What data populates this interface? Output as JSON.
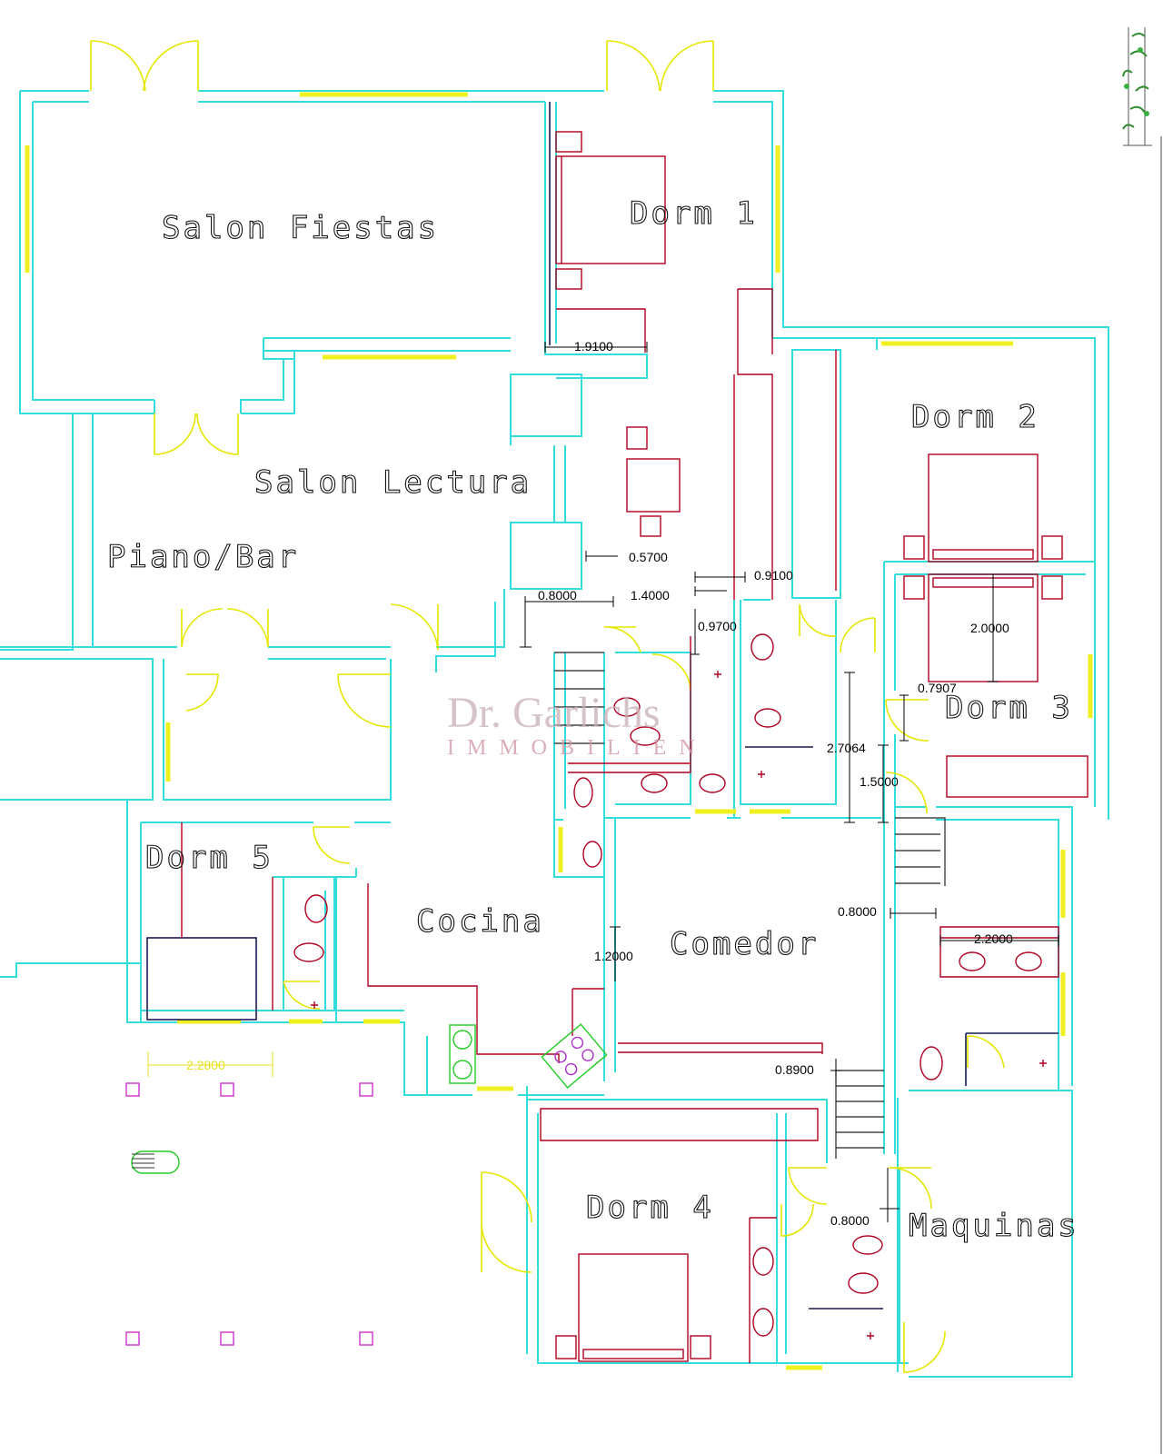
{
  "rooms": {
    "salon_fiestas": "Salon Fiestas",
    "dorm_1": "Dorm 1",
    "dorm_2": "Dorm 2",
    "dorm_3": "Dorm 3",
    "dorm_4": "Dorm 4",
    "dorm_5": "Dorm 5",
    "salon_lectura": "Salon Lectura",
    "piano_bar": "Piano/Bar",
    "cocina": "Cocina",
    "comedor": "Comedor",
    "maquinas": "Maquinas"
  },
  "dimensions": {
    "d_1910": "1.9100",
    "d_0570": "0.5700",
    "d_0800_a": "0.8000",
    "d_1400": "1.4000",
    "d_0910": "0.9100",
    "d_0970": "0.9700",
    "d_2000": "2.0000",
    "d_0790": "0.7907",
    "d_2706": "2.7064",
    "d_1500": "1.5000",
    "d_0800_b": "0.8000",
    "d_2200": "2.2000",
    "d_1200": "1.2000",
    "d_0890": "0.8900",
    "d_0800_c": "0.8000",
    "d_2280": "2.2800"
  },
  "watermark": {
    "line1": "Dr. Garlichs",
    "line2": "IMMOBILIEN"
  },
  "colors": {
    "wall": "#33dddd",
    "window": "#f0f020",
    "furniture": "#b00020"
  }
}
